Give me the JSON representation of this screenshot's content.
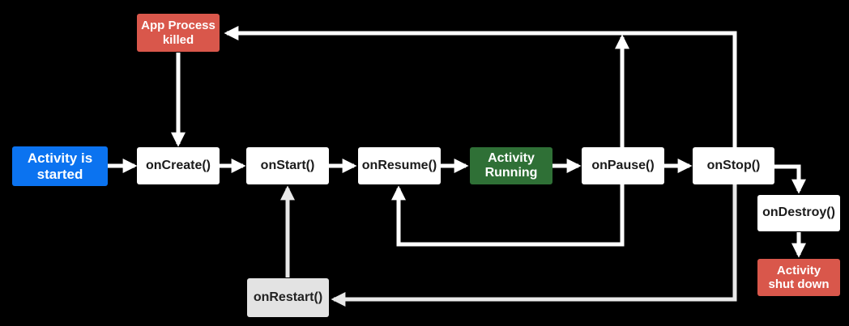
{
  "diagram": {
    "colors": {
      "background": "#000000",
      "arrow": "#ffffff",
      "return_arrow": "#e8e8e8",
      "start": "#0b73f0",
      "running": "#2f7036",
      "terminal": "#d9574b",
      "method": "#ffffff",
      "restart": "#e3e3e3"
    },
    "nodes": {
      "activity_started": "Activity is\nstarted",
      "app_process_killed": "App Process\nkilled",
      "on_create": "onCreate()",
      "on_start": "onStart()",
      "on_resume": "onResume()",
      "activity_running": "Activity\nRunning",
      "on_pause": "onPause()",
      "on_stop": "onStop()",
      "on_destroy": "onDestroy()",
      "activity_shut_down": "Activity\nshut down",
      "on_restart": "onRestart()"
    }
  }
}
